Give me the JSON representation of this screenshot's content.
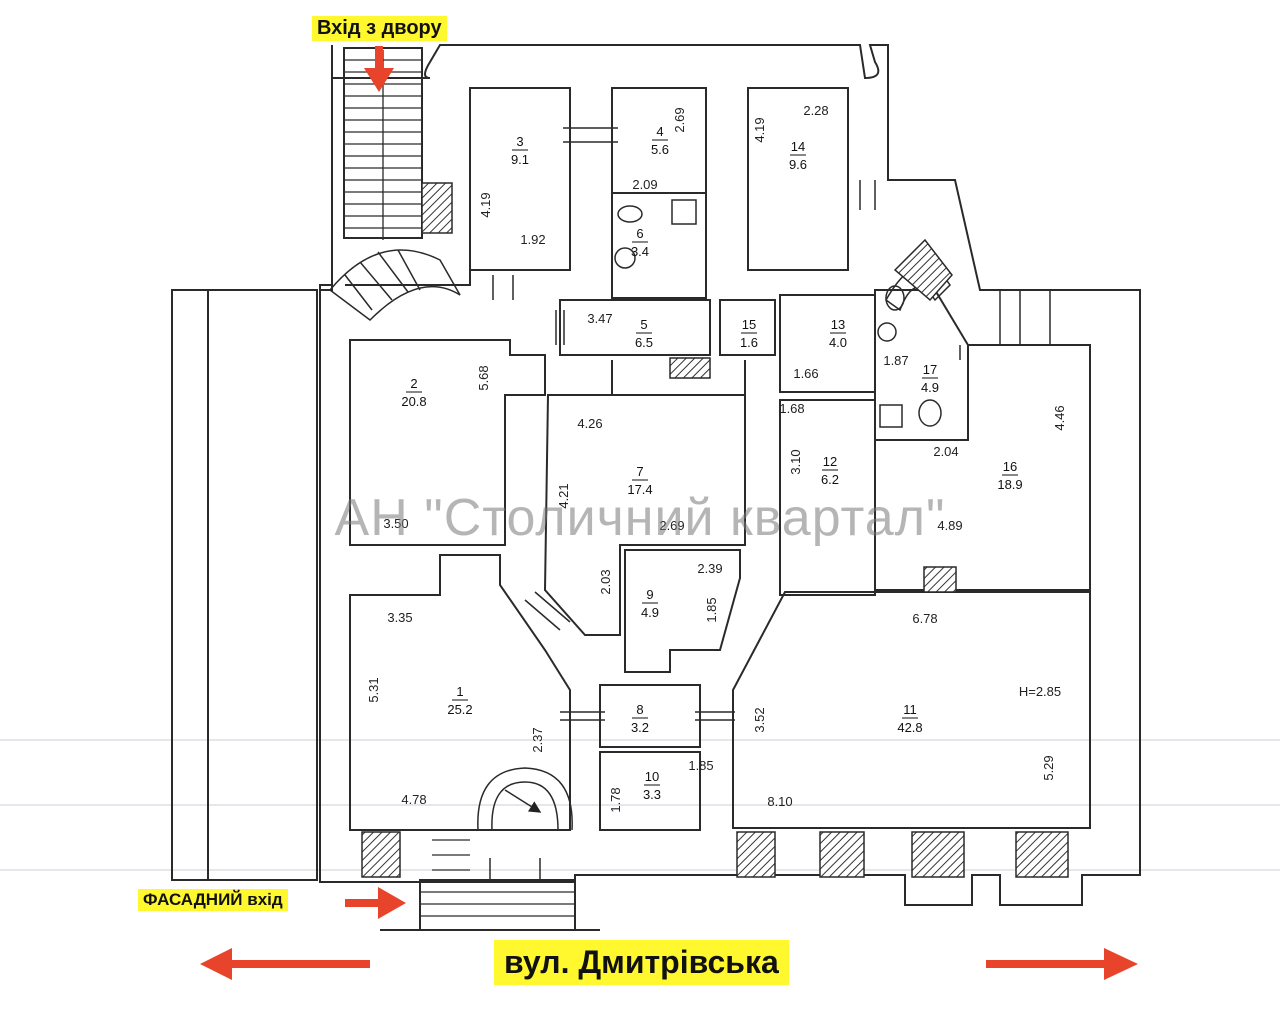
{
  "labels": {
    "yard_entrance": "Вхід з двору",
    "facade_entrance": "ФАСАДНИЙ вхід",
    "street": "вул. Дмитрівська",
    "watermark": "АН \"Столичний квартал\""
  },
  "colors": {
    "label_bg": "#fff82e",
    "arrow": "#e8432b",
    "wall": "#2a2a2a",
    "hatch": "#333333"
  },
  "rooms": [
    {
      "no": "1",
      "area": "25.2"
    },
    {
      "no": "2",
      "area": "20.8"
    },
    {
      "no": "3",
      "area": "9.1"
    },
    {
      "no": "4",
      "area": "5.6"
    },
    {
      "no": "5",
      "area": "6.5"
    },
    {
      "no": "6",
      "area": "3.4"
    },
    {
      "no": "7",
      "area": "17.4"
    },
    {
      "no": "8",
      "area": "3.2"
    },
    {
      "no": "9",
      "area": "4.9"
    },
    {
      "no": "10",
      "area": "3.3"
    },
    {
      "no": "11",
      "area": "42.8"
    },
    {
      "no": "12",
      "area": "6.2"
    },
    {
      "no": "13",
      "area": "4.0"
    },
    {
      "no": "14",
      "area": "9.6"
    },
    {
      "no": "15",
      "area": "1.6"
    },
    {
      "no": "16",
      "area": "18.9"
    },
    {
      "no": "17",
      "area": "4.9"
    }
  ],
  "dimensions": {
    "r1_w_top": "3.35",
    "r1_h": "5.31",
    "r1_w_bottom": "4.78",
    "r1_side": "2.37",
    "r2_h": "5.68",
    "r2_w": "3.50",
    "r3_h": "4.19",
    "r3_w": "1.92",
    "r4_h": "2.69",
    "r6_w": "2.09",
    "r5_w": "3.47",
    "r7_w": "4.26",
    "r7_h": "4.21",
    "r7_w2": "2.69",
    "r7_side": "2.03",
    "r9_w": "2.39",
    "r9_h": "1.85",
    "r10_w": "1.85",
    "r10_h": "1.78",
    "r11_w_top": "6.78",
    "r11_h": "3.52",
    "r11_w_bottom": "8.10",
    "r11_h2": "5.29",
    "ceiling_height": "H=2.85",
    "r12_w": "1.68",
    "r12_h": "3.10",
    "r13_w": "1.66",
    "r14_h": "4.19",
    "r14_w": "2.28",
    "r16_w": "2.04",
    "r16_h": "4.46",
    "r16_w2": "4.89",
    "r17_w": "1.87"
  }
}
